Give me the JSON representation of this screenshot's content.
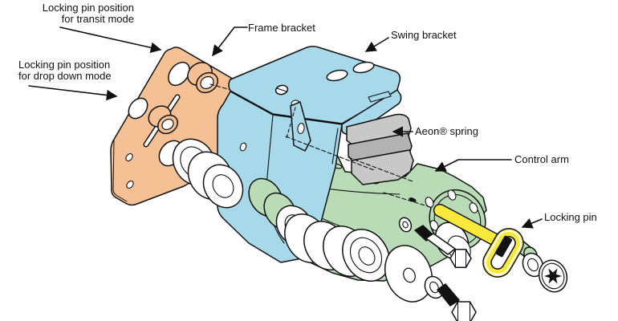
{
  "figure": {
    "background": "#ffffff",
    "outline_color": "#111111",
    "colors": {
      "frame_bracket": "#f5c094",
      "swing_bracket": "#a7d9eb",
      "aeon_spring": "#c8c8c8",
      "aeon_spring_dark": "#b2b2b2",
      "control_arm": "#b9dcb6",
      "locking_pin": "#f9e93c",
      "hardware": "#ffffff"
    },
    "labels": {
      "transit": {
        "line1": "Locking pin position",
        "line2": "for transit mode"
      },
      "dropdown": {
        "line1": "Locking pin position",
        "line2": "for drop down mode"
      },
      "frame_bracket": "Frame bracket",
      "swing_bracket": "Swing bracket",
      "aeon_spring": "Aeon® spring",
      "control_arm": "Control arm",
      "locking_pin": "Locking pin"
    }
  }
}
